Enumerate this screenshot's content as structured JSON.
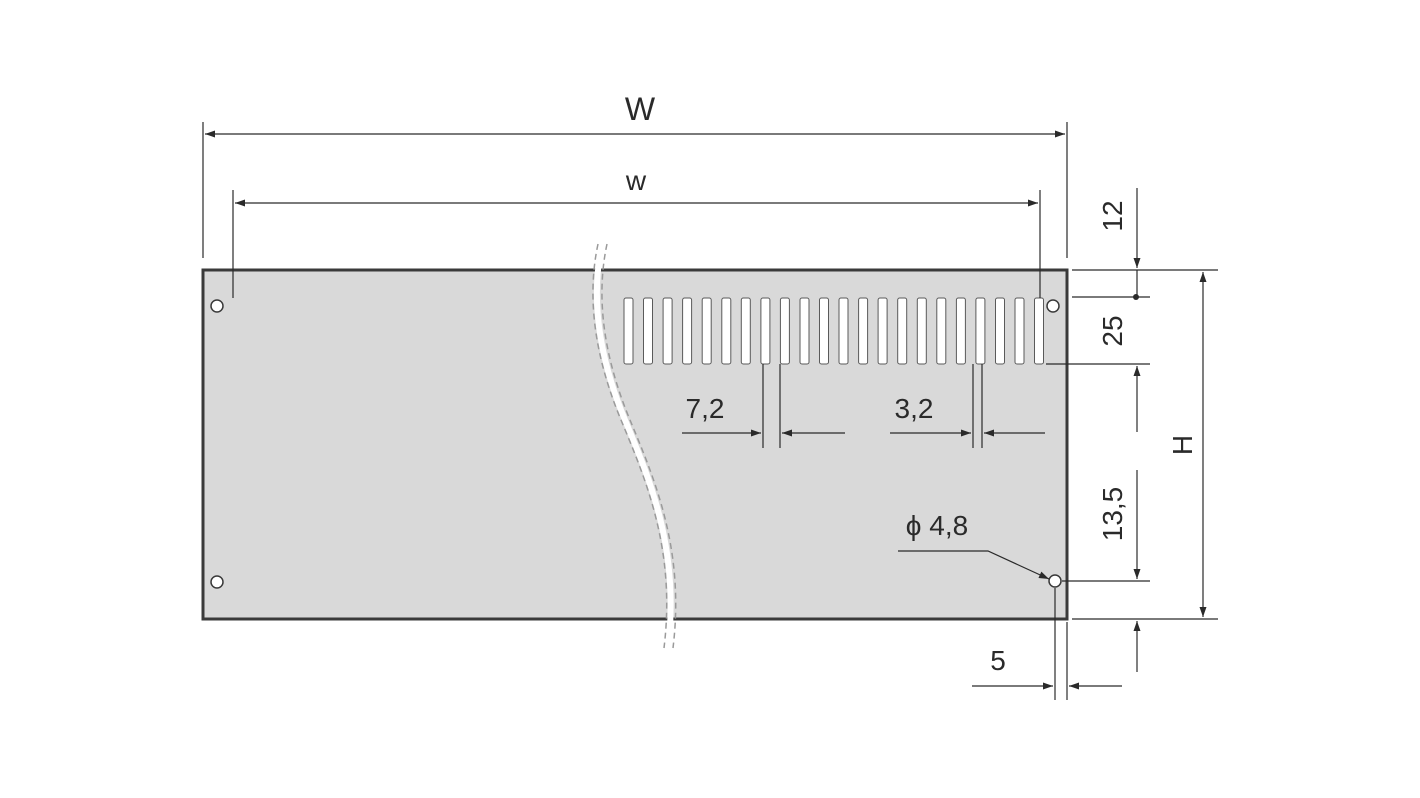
{
  "dimensions": {
    "outer_width": "W",
    "inner_width": "w",
    "height": "H",
    "top_offset": "12",
    "slot_height": "25",
    "slot_spacing": "7,2",
    "slot_width": "3,2",
    "hole_offset_bottom": "13,5",
    "hole_diameter": "ϕ 4,8",
    "hole_offset_edge": "5"
  },
  "colors": {
    "panel_fill": "#d9d9d9",
    "panel_stroke": "#3a3a3a",
    "line": "#2a2a2a",
    "background": "#ffffff"
  }
}
